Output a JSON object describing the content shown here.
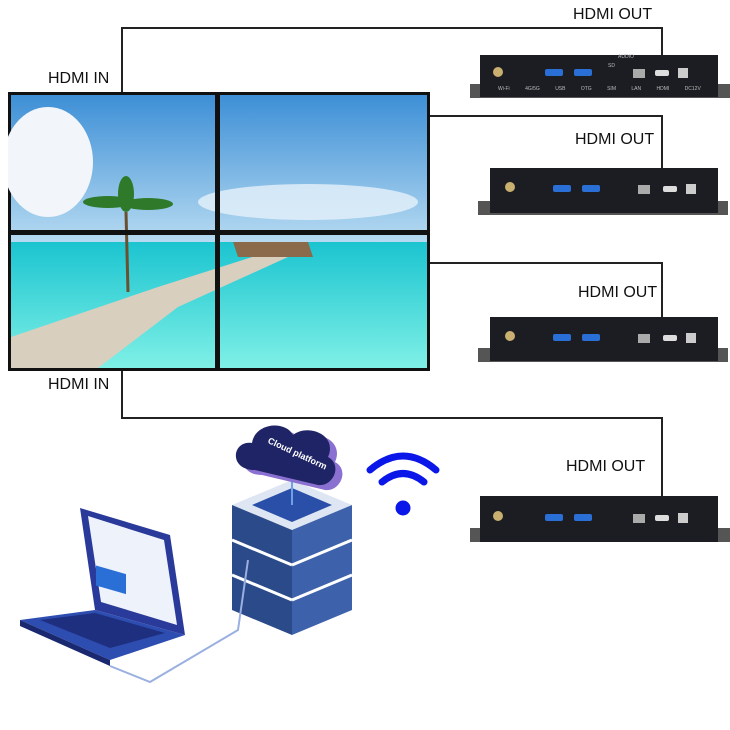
{
  "labels": {
    "hdmi_in_top": "HDMI IN",
    "hdmi_in_bottom": "HDMI IN",
    "hdmi_out": "HDMI OUT"
  },
  "cloud": {
    "label": "Cloud platform"
  },
  "device_ports": [
    "Wi-Fi",
    "4G/5G",
    "USB",
    "OTG",
    "SD",
    "SIM",
    "AUDIO",
    "LAN",
    "HDMI",
    "DC12V"
  ],
  "colors": {
    "device": "#1b1d22",
    "wifi": "#0a17e8",
    "cloud": "#1f2466",
    "server": "#2b4a8a",
    "laptop": "#2a3a9a"
  }
}
